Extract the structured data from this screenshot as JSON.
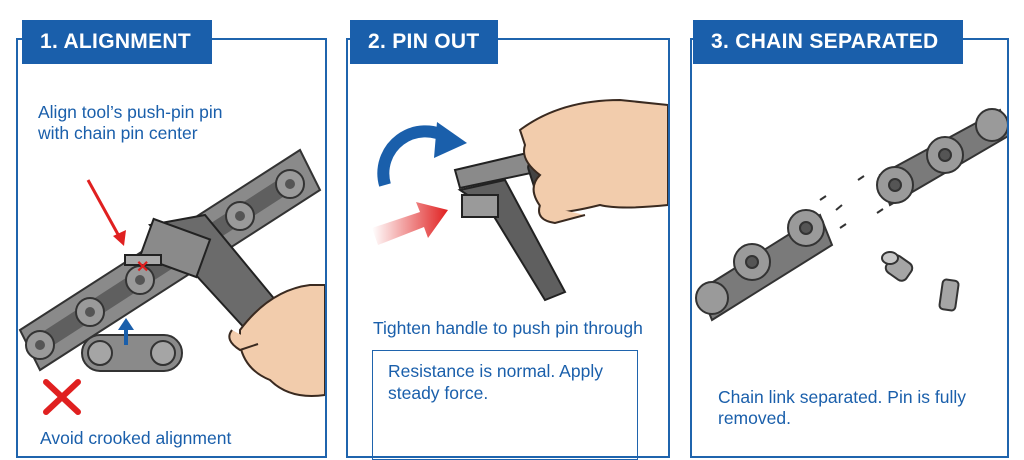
{
  "steps": [
    {
      "title": "1. ALIGNMENT",
      "caption": "Align tool’s push-pin pin with chain pin center",
      "warning": "Avoid crooked alignment"
    },
    {
      "title": "2. PIN OUT",
      "caption": "Tighten handle to push pin through",
      "note": "Resistance is normal. Apply steady force."
    },
    {
      "title": "3. CHAIN SEPARATED",
      "caption": "Chain link separated. Pin is fully removed."
    }
  ],
  "colors": {
    "brand_blue": "#1a5fab",
    "arrow_red": "#e02020",
    "chain_gray": "#7a7a7a",
    "skin": "#f2ccac"
  },
  "icons": [
    "red-arrow-icon",
    "blue-arrow-icon",
    "x-mark-icon",
    "rotate-arrow-icon",
    "push-arrow-icon"
  ]
}
